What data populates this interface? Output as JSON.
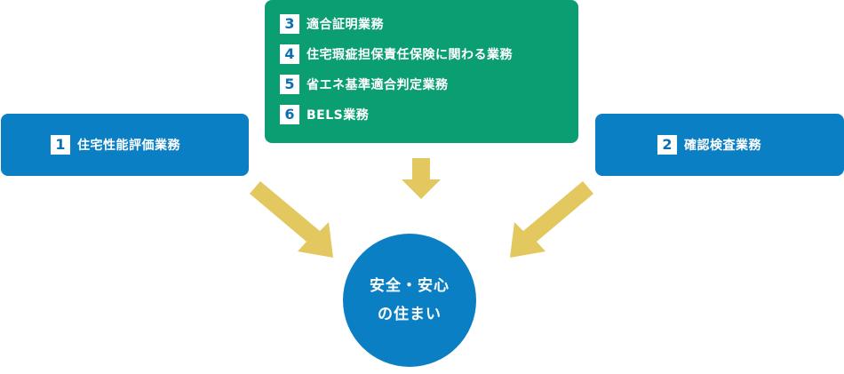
{
  "left_box": {
    "number": "1",
    "label": "住宅性能評価業務"
  },
  "right_box": {
    "number": "2",
    "label": "確認検査業務"
  },
  "center_box": {
    "items": [
      {
        "number": "3",
        "label": "適合証明業務"
      },
      {
        "number": "4",
        "label": "住宅瑕疵担保責任保険に関わる業務"
      },
      {
        "number": "5",
        "label": "省エネ基準適合判定業務"
      },
      {
        "number": "6",
        "label": "BELS業務"
      }
    ]
  },
  "goal": {
    "line1": "安全・安心",
    "line2": "の住まい"
  },
  "colors": {
    "blue": "#0b7fc4",
    "green": "#0b9e73",
    "arrow": "#e3c85f"
  }
}
